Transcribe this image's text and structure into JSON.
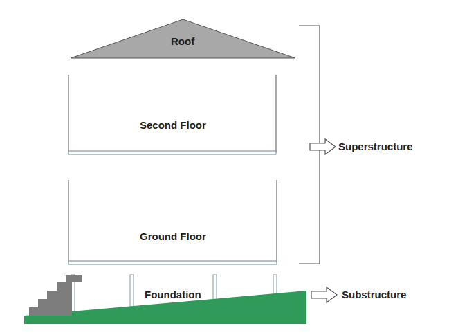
{
  "diagram": {
    "nodes": [
      {
        "text": [
          "Roof"
        ]
      },
      {
        "text": [
          "Second Floor"
        ]
      },
      {
        "text": [
          "Ground Floor"
        ]
      }
    ],
    "labels": [
      "Foundation",
      "Superstructure",
      "Substructure"
    ]
  }
}
